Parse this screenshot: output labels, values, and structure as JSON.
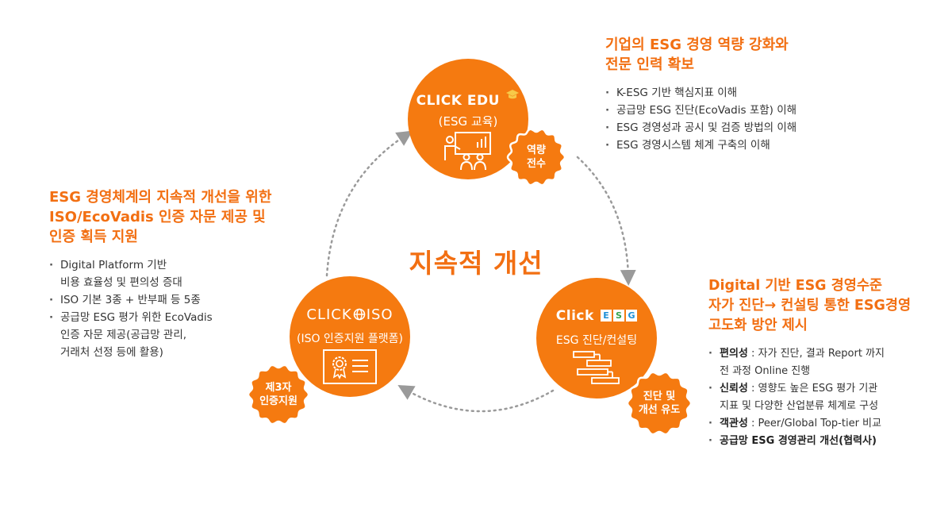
{
  "center_title": "지속적 개선",
  "edu": {
    "brand": "CLICK EDU",
    "subtitle": "(ESG 교육)",
    "badge_line1": "역량",
    "badge_line2": "전수",
    "heading_line1": "기업의 ESG 경영 역량 강화와",
    "heading_line2": "전문 인력 확보",
    "items": [
      "K-ESG 기반 핵심지표 이해",
      "공급망 ESG 진단(EcoVadis 포함) 이해",
      "ESG 경영성과 공시 및 검증 방법의 이해",
      "ESG 경영시스템 체계 구축의 이해"
    ]
  },
  "iso": {
    "brand_left": "CLICK",
    "brand_right": "ISO",
    "subtitle": "(ISO 인증지원 플랫폼)",
    "badge_line1": "제3자",
    "badge_line2": "인증지원",
    "heading_line1": "ESG 경영체계의 지속적 개선을 위한",
    "heading_line2": "ISO/EcoVadis 인증 자문 제공 및",
    "heading_line3": "인증 획득 지원",
    "items": [
      {
        "line1": "Digital Platform 기반",
        "line2": "비용 효율성 및 편의성 증대"
      },
      {
        "line1": "ISO 기본 3종 + 반부패 등 5종",
        "line2": ""
      },
      {
        "line1": "공급망 ESG 평가 위한 EcoVadis",
        "line2": "인증 자문 제공(공급망 관리,",
        "line3": "거래처 선정 등에 활용)"
      }
    ]
  },
  "esg": {
    "brand_text": "Click",
    "brand_letters": [
      "E",
      "S",
      "G"
    ],
    "subtitle": "ESG 진단/컨설팅",
    "badge_line1": "진단 및",
    "badge_line2": "개선 유도",
    "heading_line1": "Digital 기반 ESG 경영수준",
    "heading_line2": "자가 진단→ 컨설팅 통한 ESG경영",
    "heading_line3": "고도화 방안 제시",
    "items": [
      {
        "key": "편의성",
        "value": " : 자가 진단, 결과 Report 까지",
        "cont": "전 과정 Online 진행"
      },
      {
        "key": "신뢰성",
        "value": " : 영향도 높은 ESG 평가 기관",
        "cont": "지표 및 다양한 산업분류 체계로 구성"
      },
      {
        "key": "객관성",
        "value": " : Peer/Global Top-tier 비교",
        "cont": ""
      },
      {
        "key": "공급망 ESG 경영관리 개선(협력사)",
        "value": "",
        "cont": ""
      }
    ]
  },
  "colors": {
    "accent": "#f57a10",
    "title": "#f26f12",
    "dotted": "#9a9a9a"
  }
}
